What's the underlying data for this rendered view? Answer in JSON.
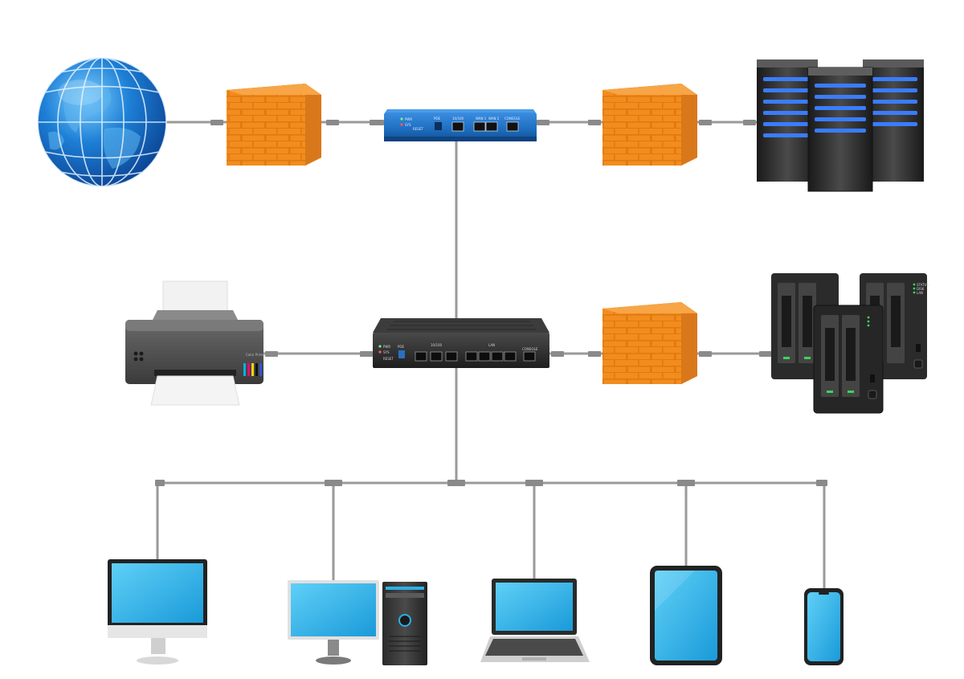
{
  "router": {
    "ports": {
      "pwr": "PWR",
      "sys": "SYS",
      "reset": "RESET",
      "poe": "POE",
      "lan1": "10/100",
      "wan1": "WAN 1",
      "wan2": "WAN 2",
      "console": "CONSOLE"
    }
  },
  "switch": {
    "ports": {
      "pwr": "PWR",
      "sys": "SYS",
      "reset": "RESET",
      "poe": "POE",
      "group1": "10/100",
      "group2": "LAN",
      "console": "CONSOLE"
    }
  },
  "printer": {
    "brand": "Color Printer"
  },
  "nas": {
    "leds": [
      "STATUS",
      "DISK",
      "LAN"
    ]
  },
  "colors": {
    "cable": "#9a9a9a",
    "brick": "#f28c1e",
    "brick_dark": "#c96a0c",
    "router_blue": "#1f6fc2",
    "server_led": "#3a7cff",
    "screen": "#2bb0e8"
  }
}
